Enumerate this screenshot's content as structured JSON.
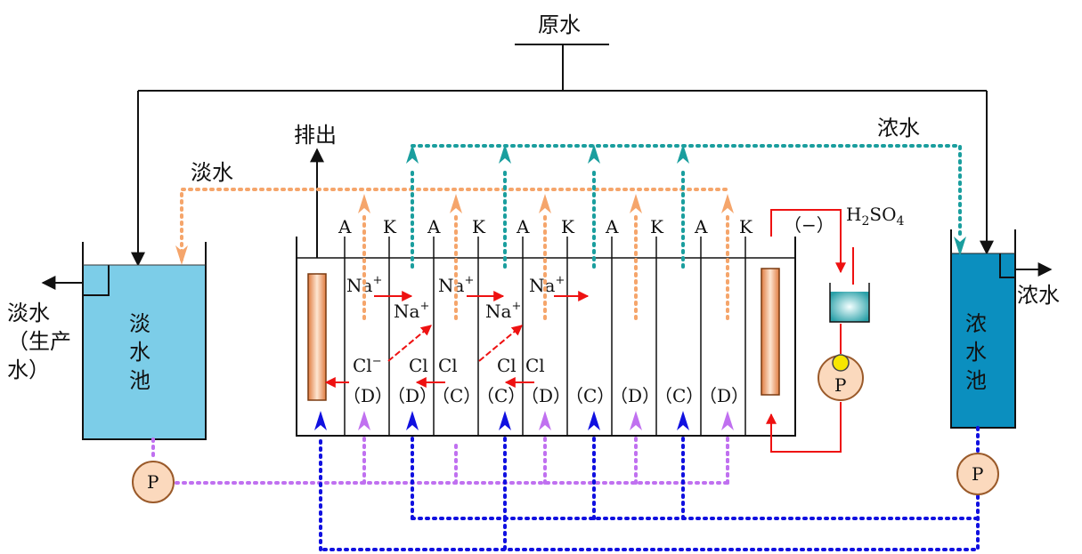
{
  "source_label": "原水",
  "discharge_label": "排出",
  "fresh_water_label": "淡水",
  "conc_water_label": "浓水",
  "fresh_out_label_lines": [
    "淡水",
    "（生产",
    "水）"
  ],
  "conc_out_label": "浓水",
  "fresh_tank_label": [
    "淡",
    "水",
    "池"
  ],
  "conc_tank_label": [
    "浓",
    "水",
    "池"
  ],
  "acid": {
    "base": "H",
    "sub1": "2",
    "mid": "SO",
    "sub2": "4"
  },
  "electrode_sign": "（−）",
  "membrane_labels": [
    "A",
    "K",
    "A",
    "K",
    "A",
    "K",
    "A",
    "K",
    "A",
    "K"
  ],
  "compartment_labels": [
    "（D）",
    "（D）",
    "（C）",
    "（C）",
    "（D）",
    "（C）",
    "（D）",
    "（C）",
    "（D）"
  ],
  "cl_labels": [
    "Cl",
    "Cl",
    "Cl",
    "Cl",
    "Cl"
  ],
  "na_labels": [
    "Na",
    "Na",
    "Na",
    "Na",
    "Na"
  ],
  "superscript_plus": "+",
  "pump_label": "P",
  "colors": {
    "black": "#111111",
    "orange_dotted": "#f5a56b",
    "teal_dotted": "#1a9e9e",
    "purple_dotted": "#c070f0",
    "blue_dotted": "#1010e0",
    "red": "#ee1111",
    "fresh_tank": "#7ccde8",
    "conc_tank": "#0b8fbf",
    "pump": "#fbd9bd"
  }
}
